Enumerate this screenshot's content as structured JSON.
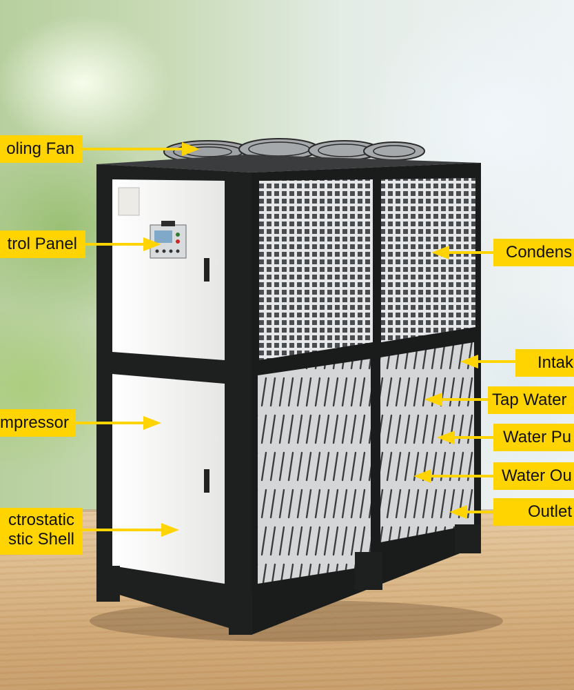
{
  "callouts": {
    "cooling_fan": "oling Fan",
    "control_panel": "trol Panel",
    "compressor": "mpressor",
    "shell_line1": "ctrostatic",
    "shell_line2": "stic Shell",
    "condenser": "Condens",
    "intake": "Intak",
    "tap_water": "Tap Water",
    "water_pump": "Water Pu",
    "water_outlet": "Water Ou",
    "outlet": "Outlet"
  },
  "colors": {
    "callout_fill": "#ffd400",
    "frame": "#1e1f1f",
    "panel_white": "#f3f3f1",
    "grille": "#cfd1d3"
  }
}
